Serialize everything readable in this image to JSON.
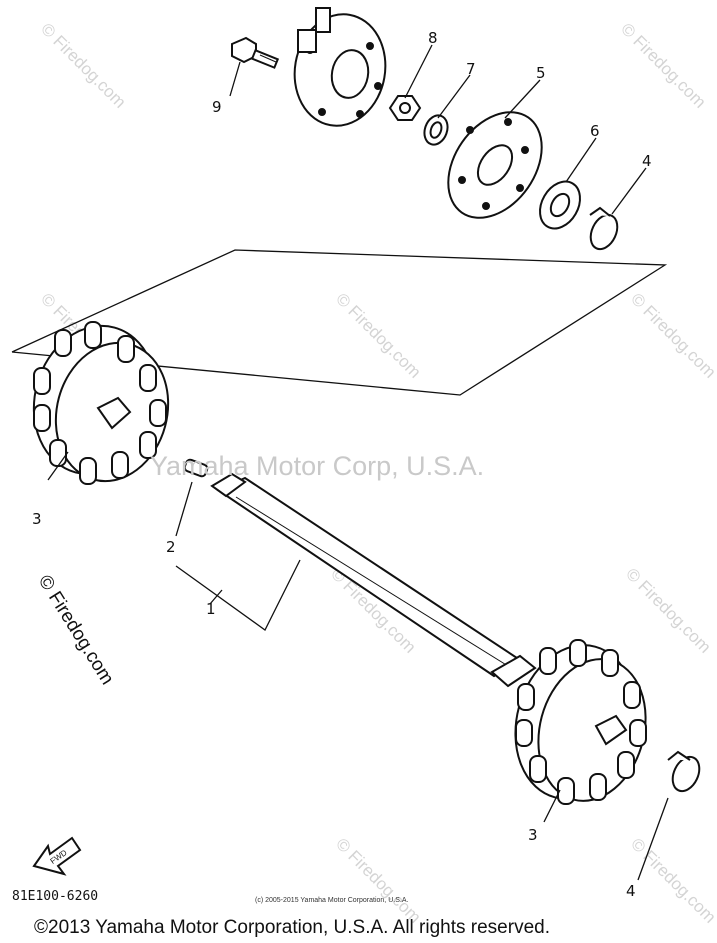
{
  "callouts": {
    "shaft": "1",
    "pin": "2",
    "sprocket_left": "3",
    "sprocket_right": "3",
    "clamp_top": "4",
    "clamp_bottom": "4",
    "plate": "5",
    "bearing": "6",
    "washer": "7",
    "nut": "8",
    "bolt": "9"
  },
  "diagram_code": "81E100-6260",
  "fwd_label": "FWD",
  "small_notice": "(c) 2005-2015 Yamaha Motor Corporation, U.S.A.",
  "watermark": {
    "center_text": "Yamaha Motor Corp, U.S.A.",
    "tile_text": "© Firedog.com",
    "left_text": "© Firedog.com"
  },
  "footer": "©2013 Yamaha Motor Corporation, U.S.A. All rights reserved."
}
